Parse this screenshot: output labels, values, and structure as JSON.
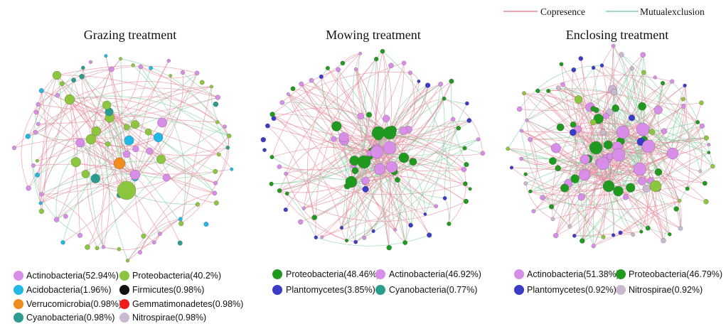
{
  "edge_legend": {
    "copresence_label": "Copresence",
    "mutual_label": "Mutualexclusion",
    "copresence_color": "#e8899e",
    "mutual_color": "#7fcf9f"
  },
  "phylum_colors": {
    "Actinobacteria": "#d88ee8",
    "Proteobacteria_light": "#8cc63f",
    "Proteobacteria_dark": "#1f9a1f",
    "Acidobacteria": "#22b8e6",
    "Firmicutes": "#111111",
    "Verrucomicrobia": "#f28c1c",
    "Gemmatimonadetes": "#ee1c1c",
    "Cyanobacteria": "#2a9d8f",
    "Nitrospirae": "#c9b8cf",
    "Plantomycetes": "#3b3bc8"
  },
  "panels": [
    {
      "title": "Grazing treatment",
      "legend": [
        {
          "label": "Actinobacteria(52.94%)",
          "color": "#d88ee8"
        },
        {
          "label": "Proteobacteria(40.2%)",
          "color": "#8cc63f"
        },
        {
          "label": "Acidobacteria(1.96%)",
          "color": "#22b8e6"
        },
        {
          "label": "Firmicutes(0.98%)",
          "color": "#111111"
        },
        {
          "label": "Verrucomicrobia(0.98%)",
          "color": "#f28c1c"
        },
        {
          "label": "Gemmatimonadetes(0.98%)",
          "color": "#ee1c1c"
        },
        {
          "label": "Cyanobacteria(0.98%)",
          "color": "#2a9d8f"
        },
        {
          "label": "Nitrospirae(0.98%)",
          "color": "#c9b8cf"
        }
      ]
    },
    {
      "title": "Mowing treatment",
      "legend": [
        {
          "label": "Proteobacteria(48.46%)",
          "color": "#1f9a1f"
        },
        {
          "label": "Actinobacteria(46.92%)",
          "color": "#d88ee8"
        },
        {
          "label": "Plantomycetes(3.85%)",
          "color": "#3b3bc8"
        },
        {
          "label": "Cyanobacteria(0.77%)",
          "color": "#2a9d8f"
        }
      ]
    },
    {
      "title": "Enclosing treatment",
      "legend": [
        {
          "label": "Actinobacteria(51.38%)",
          "color": "#d88ee8"
        },
        {
          "label": "Proteobacteria(46.79%)",
          "color": "#1f9a1f"
        },
        {
          "label": "Plantomycetes(0.92%)",
          "color": "#3b3bc8"
        },
        {
          "label": "Nitrospirae(0.92%)",
          "color": "#c9b8cf"
        }
      ]
    }
  ]
}
